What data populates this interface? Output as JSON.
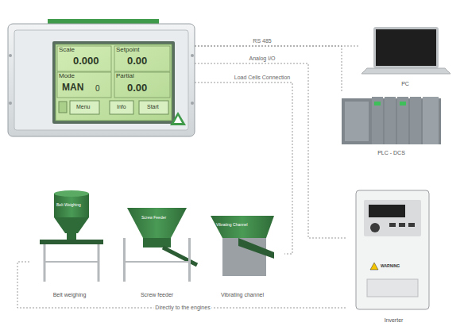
{
  "diagram": {
    "nodes": [
      {
        "text": [
          "Scale",
          "0.000",
          "Setpoint",
          "0.00",
          "Mode",
          "MAN",
          "0",
          "Partial",
          "0.00",
          "Menu",
          "Info",
          "Start"
        ]
      },
      {
        "text": [
          "PC"
        ]
      },
      {
        "text": [
          "PLC - DCS"
        ]
      },
      {
        "text": [
          "Inverter"
        ]
      },
      {
        "text": [
          "Belt weighing"
        ]
      },
      {
        "text": [
          "Screw feeder"
        ]
      },
      {
        "text": [
          "Vibrating channel"
        ]
      }
    ],
    "edges": [
      {
        "from": 0,
        "to": 1,
        "arrow": "none",
        "label": "RS 485"
      },
      {
        "from": 0,
        "to": 2,
        "arrow": "none"
      },
      {
        "from": 0,
        "to": 3,
        "arrow": "none",
        "label": "Analog I/O"
      },
      {
        "from": 0,
        "to": 6,
        "arrow": "none",
        "label": "Load Cells Connection"
      },
      {
        "from": 3,
        "to": 4,
        "arrow": "none",
        "label": "Directly to the engines"
      }
    ],
    "labels": [
      "Belt Weighing",
      "Screw Feeder",
      "Vibrating Channel",
      "WARNING"
    ]
  }
}
